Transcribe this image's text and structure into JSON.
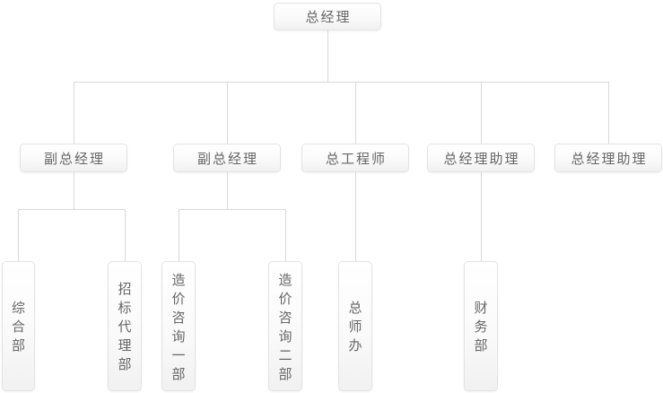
{
  "org_chart": {
    "type": "org-tree",
    "title": "",
    "root": {
      "label": "总经理"
    },
    "level2": [
      {
        "label": "副总经理",
        "parent": "总经理"
      },
      {
        "label": "副总经理",
        "parent": "总经理"
      },
      {
        "label": "总工程师",
        "parent": "总经理"
      },
      {
        "label": "总经理助理",
        "parent": "总经理"
      },
      {
        "label": "总经理助理",
        "parent": "总经理"
      }
    ],
    "level3": [
      {
        "label": "综合部",
        "parent": "副总经理 (1)"
      },
      {
        "label": "招标代理部",
        "parent": "副总经理 (1)"
      },
      {
        "label": "造价咨询一部",
        "parent": "副总经理 (2)"
      },
      {
        "label": "造价咨询二部",
        "parent": "副总经理 (2)"
      },
      {
        "label": "总师办",
        "parent": "总工程师"
      },
      {
        "label": "财务部",
        "parent": "总经理助理 (1)"
      }
    ]
  },
  "colors": {
    "background": "#ffffff",
    "box_border": "#e3e3e3",
    "box_fill_top": "#ffffff",
    "box_fill_bottom": "#f1f1f1",
    "connector_line": "#d9d9d9",
    "text": "#666666"
  }
}
